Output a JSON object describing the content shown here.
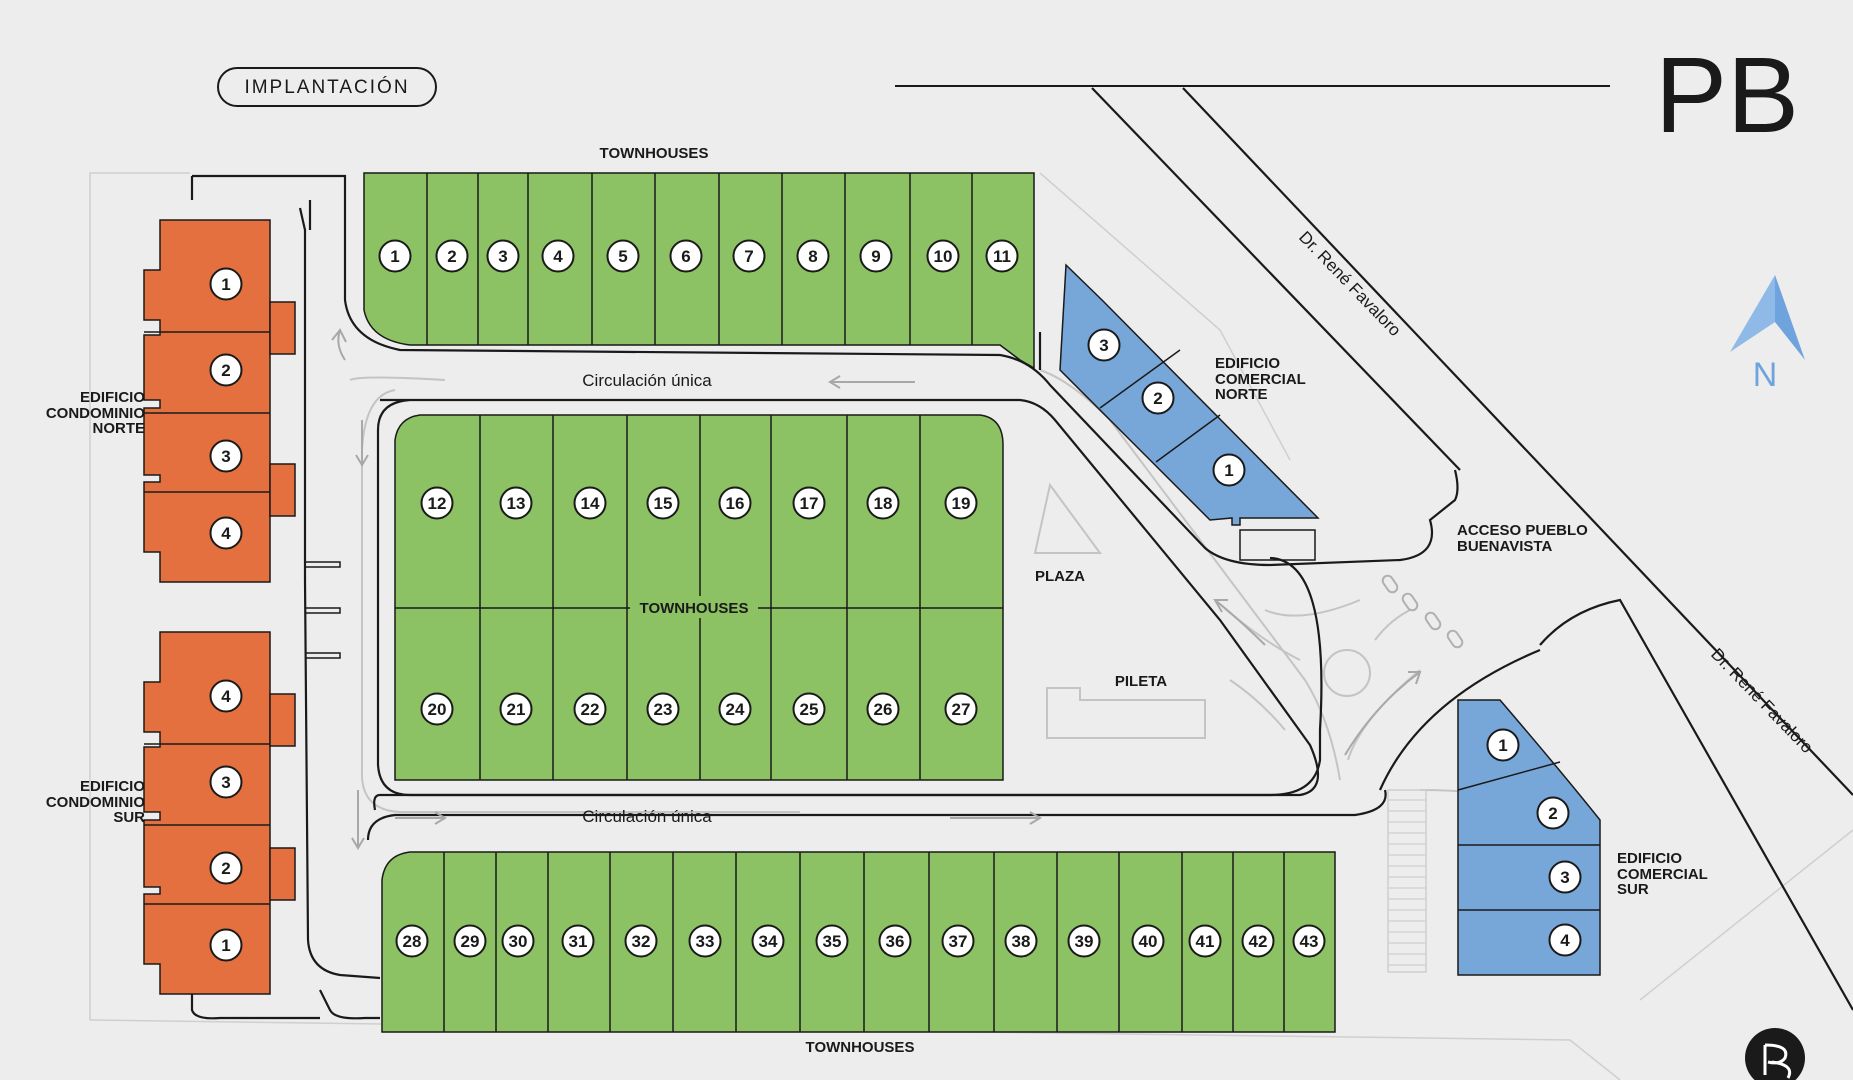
{
  "header": {
    "badge": "IMPLANTACIÓN",
    "level": "PB"
  },
  "compass": {
    "letter": "N"
  },
  "streets": {
    "north": "Dr. René Favaloro",
    "south": "Dr. René Favaloro"
  },
  "circulation": {
    "top": "Circulación única",
    "bottom": "Circulación única"
  },
  "areas": {
    "townhouses_top": "TOWNHOUSES",
    "townhouses_middle": "TOWNHOUSES",
    "townhouses_bottom": "TOWNHOUSES",
    "plaza": "PLAZA",
    "pileta": "PILETA",
    "acceso": [
      "ACCESO PUEBLO",
      "BUENAVISTA"
    ],
    "comercial_norte": [
      "EDIFICIO",
      "COMERCIAL",
      "NORTE"
    ],
    "comercial_sur": [
      "EDIFICIO",
      "COMERCIAL",
      "SUR"
    ],
    "condominio_norte": [
      "EDIFICIO",
      "CONDOMINIO",
      "NORTE"
    ],
    "condominio_sur": [
      "EDIFICIO",
      "CONDOMINIO",
      "SUR"
    ]
  },
  "lots": {
    "row1": [
      "1",
      "2",
      "3",
      "4",
      "5",
      "6",
      "7",
      "8",
      "9",
      "10",
      "11"
    ],
    "row2": [
      "12",
      "13",
      "14",
      "15",
      "16",
      "17",
      "18",
      "19"
    ],
    "row3": [
      "20",
      "21",
      "22",
      "23",
      "24",
      "25",
      "26",
      "27"
    ],
    "row4": [
      "28",
      "29",
      "30",
      "31",
      "32",
      "33",
      "34",
      "35",
      "36",
      "37",
      "38",
      "39",
      "40",
      "41",
      "42",
      "43"
    ],
    "condo_norte": [
      "1",
      "2",
      "3",
      "4"
    ],
    "condo_sur": [
      "4",
      "3",
      "2",
      "1"
    ],
    "comercial_norte": [
      "3",
      "2",
      "1"
    ],
    "comercial_sur": [
      "1",
      "2",
      "3",
      "4"
    ]
  },
  "colors": {
    "background": "#ededed",
    "townhouse": "#8cc263",
    "condominio": "#e5703f",
    "comercial": "#77a6d9",
    "outline": "#1a1a1a",
    "path": "#bdbdbd"
  }
}
